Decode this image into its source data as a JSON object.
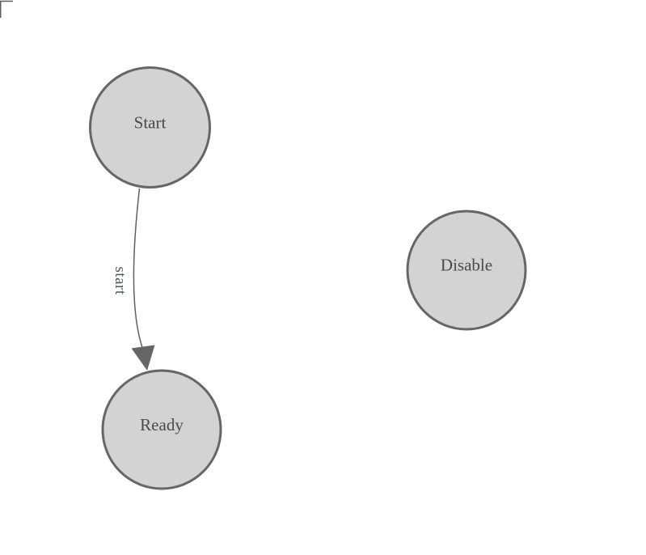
{
  "diagram": {
    "nodes": [
      {
        "id": "start",
        "label": "Start"
      },
      {
        "id": "ready",
        "label": "Ready"
      },
      {
        "id": "disable",
        "label": "Disable"
      }
    ],
    "edges": [
      {
        "from": "start",
        "to": "ready",
        "label": "start"
      }
    ],
    "colors": {
      "background": "#ffffff",
      "node_fill": "#d3d3d3",
      "node_stroke": "#666666",
      "node_text": "#4a4a4a",
      "edge_stroke": "#5f5f5f",
      "arrowhead_fill": "#666666",
      "edge_label_text": "#4e5660"
    }
  }
}
